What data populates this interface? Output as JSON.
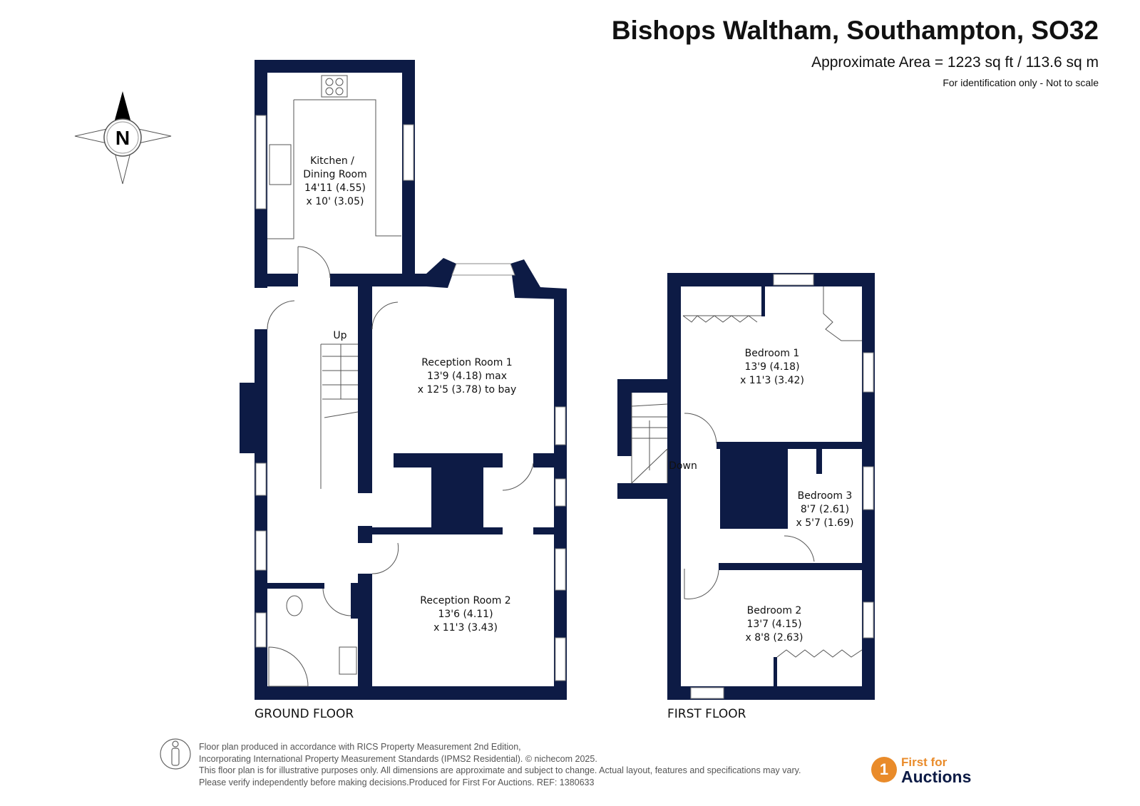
{
  "header": {
    "title": "Bishops Waltham, Southampton, SO32",
    "area": "Approximate Area = 1223 sq ft / 113.6 sq m",
    "note": "For identification only - Not to scale"
  },
  "compass": {
    "label": "N"
  },
  "colors": {
    "wall": "#0d1b45",
    "accent": "#e98b2a"
  },
  "ground_floor": {
    "label": "GROUND FLOOR",
    "stairs_label": "Up",
    "rooms": [
      {
        "name": "Kitchen /",
        "name2": "Dining Room",
        "dim1": "14'11 (4.55)",
        "dim2": "x 10' (3.05)"
      },
      {
        "name": "Reception Room 1",
        "dim1": "13'9 (4.18) max",
        "dim2": "x 12'5 (3.78) to bay"
      },
      {
        "name": "Reception Room 2",
        "dim1": "13'6 (4.11)",
        "dim2": "x 11'3 (3.43)"
      }
    ]
  },
  "first_floor": {
    "label": "FIRST FLOOR",
    "stairs_label": "Down",
    "rooms": [
      {
        "name": "Bedroom 1",
        "dim1": "13'9 (4.18)",
        "dim2": "x 11'3 (3.42)"
      },
      {
        "name": "Bedroom 3",
        "dim1": "8'7 (2.61)",
        "dim2": "x 5'7 (1.69)"
      },
      {
        "name": "Bedroom 2",
        "dim1": "13'7 (4.15)",
        "dim2": "x 8'8 (2.63)"
      }
    ]
  },
  "footer": {
    "lines": [
      "Floor plan produced in accordance with RICS Property Measurement 2nd Edition,",
      "Incorporating International Property Measurement Standards (IPMS2 Residential).   © nichecom 2025.",
      "This floor plan is for illustrative purposes only. All dimensions are approximate and subject to change. Actual layout, features and specifications may vary.",
      "Please verify independently before making decisions.Produced for First For Auctions.   REF:  1380633"
    ]
  },
  "logo": {
    "line1": "First for",
    "line2": "Auctions"
  }
}
